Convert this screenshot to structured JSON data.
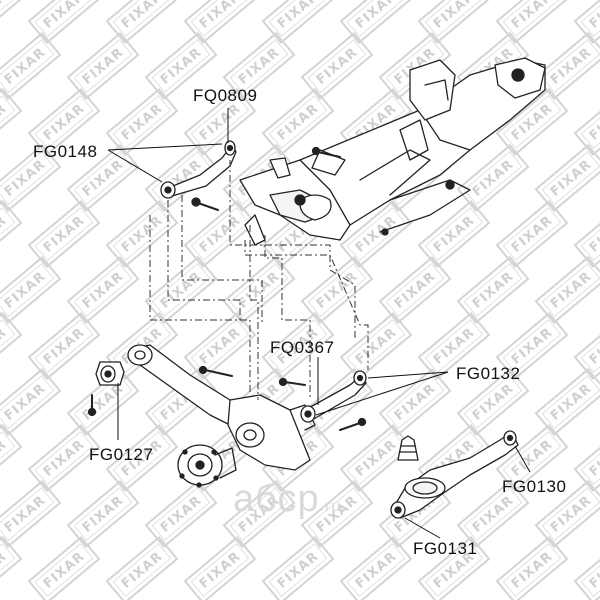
{
  "watermark": {
    "text": "FIXAR",
    "site_brand": "абсp",
    "site_domain": ".ru"
  },
  "parts": {
    "fq0809": "FQ0809",
    "fg0148": "FG0148",
    "fq0367": "FQ0367",
    "fg0132": "FG0132",
    "fg0127": "FG0127",
    "fg0130": "FG0130",
    "fg0131": "FG0131"
  }
}
